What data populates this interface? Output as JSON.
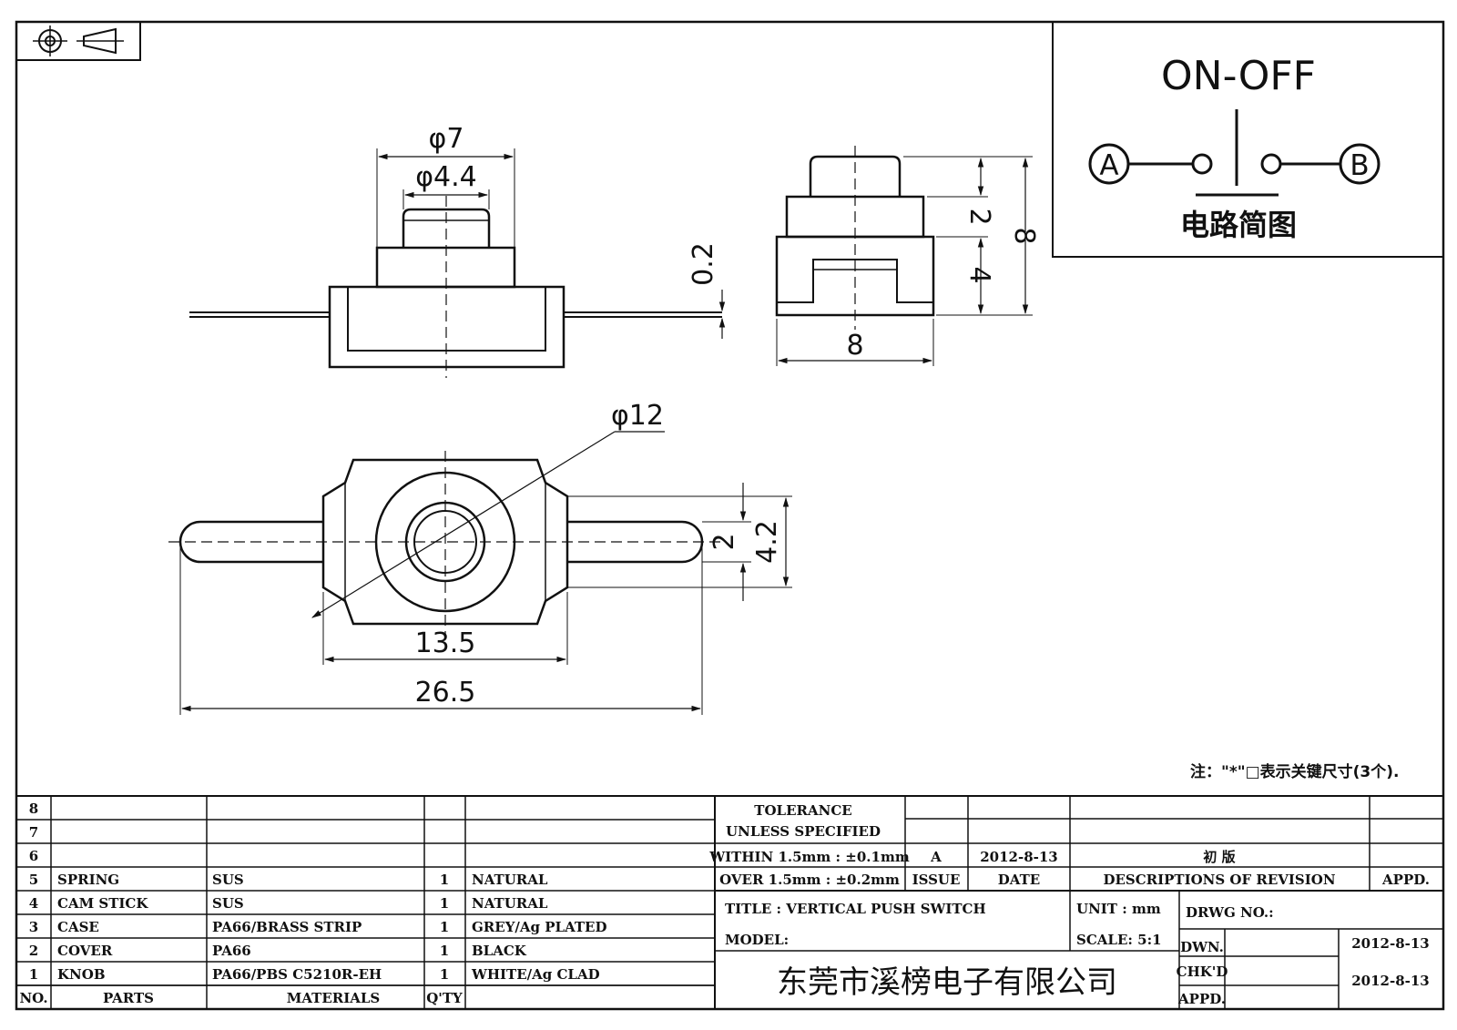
{
  "diagram": {
    "top_view_dims": {
      "d_outer": "φ7",
      "d_inner": "φ4.4",
      "lead": "0.2"
    },
    "side_view_dims": {
      "h_top": "2",
      "h_body": "4",
      "h_total": "8",
      "width": "8"
    },
    "bottom_view_dims": {
      "d_body": "φ12",
      "w_body": "13.5",
      "w_total": "26.5",
      "lead_w": "2",
      "body_h": "4.2"
    },
    "circuit": {
      "title": "ON-OFF",
      "terminal_a": "A",
      "terminal_b": "B",
      "caption": "电路简图"
    },
    "note": "注：\"*\"□表示关键尺寸(3个)."
  },
  "bom": {
    "headers": {
      "no": "NO.",
      "parts": "PARTS",
      "materials": "MATERIALS",
      "qty": "Q'TY"
    },
    "rows": [
      {
        "no": "8",
        "part": "",
        "material": "",
        "qty": "",
        "finish": ""
      },
      {
        "no": "7",
        "part": "",
        "material": "",
        "qty": "",
        "finish": ""
      },
      {
        "no": "6",
        "part": "",
        "material": "",
        "qty": "",
        "finish": ""
      },
      {
        "no": "5",
        "part": "SPRING",
        "material": "SUS",
        "qty": "1",
        "finish": "NATURAL"
      },
      {
        "no": "4",
        "part": "CAM STICK",
        "material": "SUS",
        "qty": "1",
        "finish": "NATURAL"
      },
      {
        "no": "3",
        "part": "CASE",
        "material": "PA66/BRASS STRIP",
        "qty": "1",
        "finish": "GREY/Ag PLATED"
      },
      {
        "no": "2",
        "part": "COVER",
        "material": "PA66",
        "qty": "1",
        "finish": "BLACK"
      },
      {
        "no": "1",
        "part": "KNOB",
        "material": "PA66/PBS C5210R-EH",
        "qty": "1",
        "finish": "WHITE/Ag CLAD"
      }
    ]
  },
  "title_block": {
    "tolerance_1": "TOLERANCE",
    "tolerance_2": "UNLESS  SPECIFIED",
    "within": "WITHIN 1.5mm : ±0.1mm",
    "over": "OVER 1.5mm : ±0.2mm",
    "revision": {
      "issue": "A",
      "date": "2012-8-13",
      "description": "初 版"
    },
    "rev_headers": {
      "issue": "ISSUE",
      "date": "DATE",
      "description": "DESCRIPTIONS OF REVISION",
      "appd": "APPD."
    },
    "title": "TITLE :  VERTICAL PUSH SWITCH",
    "unit": "UNIT :  mm",
    "drwg_no": "DRWG NO.:",
    "model": "MODEL:",
    "scale": "SCALE:  5:1",
    "dwn_label": "DWN.",
    "dwn_date": "2012-8-13",
    "chk_label": "CHK'D",
    "chk_date": "2012-8-13",
    "appd_label": "APPD.",
    "company": "东莞市溪榜电子有限公司"
  }
}
